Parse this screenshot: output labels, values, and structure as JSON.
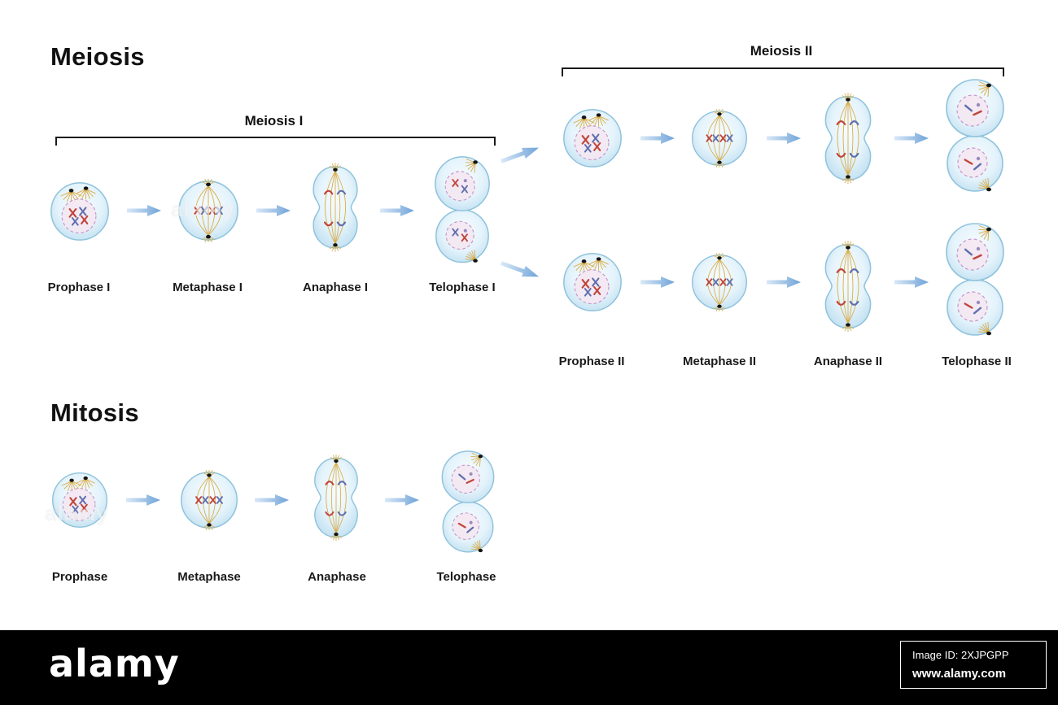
{
  "diagram": {
    "meiosis_title": "Meiosis",
    "mitosis_title": "Mitosis",
    "meiosis_i_label": "Meiosis I",
    "meiosis_ii_label": "Meiosis II",
    "meiosis_i_stages": [
      "Prophase I",
      "Metaphase I",
      "Anaphase I",
      "Telophase I"
    ],
    "meiosis_ii_stages": [
      "Prophase II",
      "Metaphase II",
      "Anaphase II",
      "Telophase II"
    ],
    "mitosis_stages": [
      "Prophase",
      "Metaphase",
      "Anaphase",
      "Telophase"
    ]
  },
  "watermark": "alamy",
  "footer": {
    "brand": "alamy",
    "image_id": "Image ID: 2XJPGPP",
    "url": "www.alamy.com"
  },
  "colors": {
    "cell_edge": "#8fc3dc",
    "nucleus_fill": "#f5e6f1",
    "nucleus_edge": "#c795c7",
    "chromosome_red": "#c0453a",
    "chromosome_blue": "#5f6fae",
    "spindle": "#d9a93f",
    "arrow_start": "#d9e8f7",
    "arrow_end": "#6fa3d8",
    "footer_bg": "#000000"
  }
}
